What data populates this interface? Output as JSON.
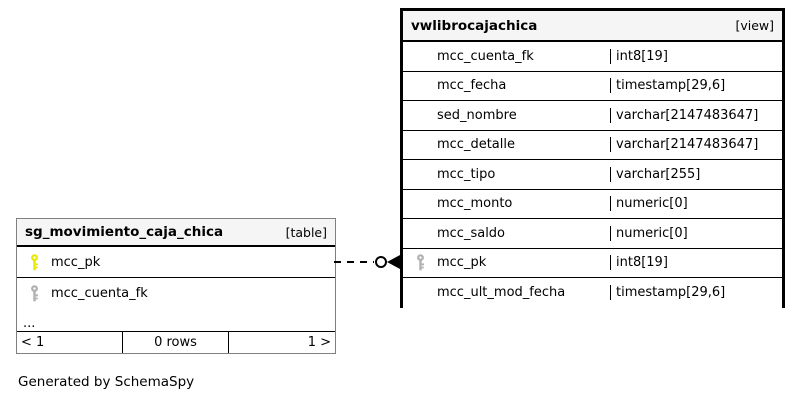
{
  "diagram": {
    "caption": "Generated by SchemaSpy",
    "relationship": {
      "type": "dashed-zero-to-many",
      "from": "sg_movimiento_caja_chica.mcc_pk",
      "to": "vwlibrocajachica.mcc_pk"
    }
  },
  "table_entity": {
    "name": "sg_movimiento_caja_chica",
    "kind": "[table]",
    "columns": [
      {
        "key": "primary-key-icon",
        "name": "mcc_pk"
      },
      {
        "key": "foreign-key-icon",
        "name": "mcc_cuenta_fk"
      }
    ],
    "more_indicator": "...",
    "footer": {
      "prev": "< 1",
      "rows": "0 rows",
      "next": "1 >"
    }
  },
  "view_entity": {
    "name": "vwlibrocajachica",
    "kind": "[view]",
    "columns": [
      {
        "key": "none",
        "name": "mcc_cuenta_fk",
        "type": "int8[19]"
      },
      {
        "key": "none",
        "name": "mcc_fecha",
        "type": "timestamp[29,6]"
      },
      {
        "key": "none",
        "name": "sed_nombre",
        "type": "varchar[2147483647]"
      },
      {
        "key": "none",
        "name": "mcc_detalle",
        "type": "varchar[2147483647]"
      },
      {
        "key": "none",
        "name": "mcc_tipo",
        "type": "varchar[255]"
      },
      {
        "key": "none",
        "name": "mcc_monto",
        "type": "numeric[0]"
      },
      {
        "key": "none",
        "name": "mcc_saldo",
        "type": "numeric[0]"
      },
      {
        "key": "foreign-key-icon",
        "name": "mcc_pk",
        "type": "int8[19]"
      },
      {
        "key": "none",
        "name": "mcc_ult_mod_fecha",
        "type": "timestamp[29,6]"
      }
    ]
  },
  "colors": {
    "primary_key": "#e8e800",
    "foreign_key": "#b0b0b0",
    "header_bg": "#f5f5f5",
    "border": "#000000",
    "table_border": "#808080"
  }
}
